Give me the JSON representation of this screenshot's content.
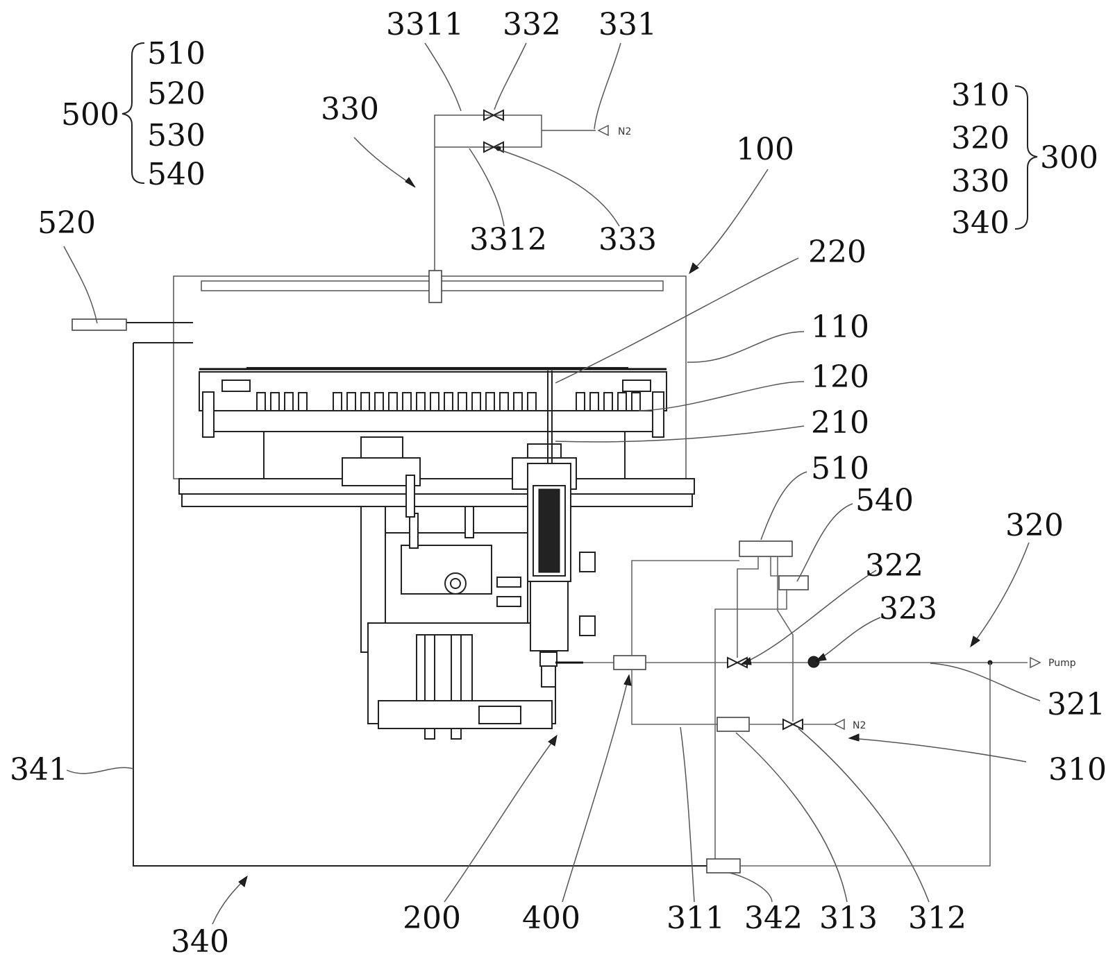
{
  "labels": {
    "l500": "500",
    "l510a": "510",
    "l520a": "520",
    "l530a": "530",
    "l540a": "540",
    "l3311": "3311",
    "l332": "332",
    "l331": "331",
    "l330": "330",
    "l3312": "3312",
    "l333": "333",
    "l100": "100",
    "l310a": "310",
    "l320a": "320",
    "l330a": "330",
    "l340a": "340",
    "l300": "300",
    "l520b": "520",
    "l220": "220",
    "l110": "110",
    "l120": "120",
    "l210": "210",
    "l510b": "510",
    "l540b": "540",
    "l320b": "320",
    "l322": "322",
    "l323": "323",
    "l321": "321",
    "l341": "341",
    "l310b": "310",
    "l340b": "340",
    "l200": "200",
    "l400": "400",
    "l311": "311",
    "l342": "342",
    "l313": "313",
    "l312": "312"
  },
  "small_text": {
    "n2_top": "N2",
    "n2_bottom": "N2",
    "pump": "Pump"
  }
}
